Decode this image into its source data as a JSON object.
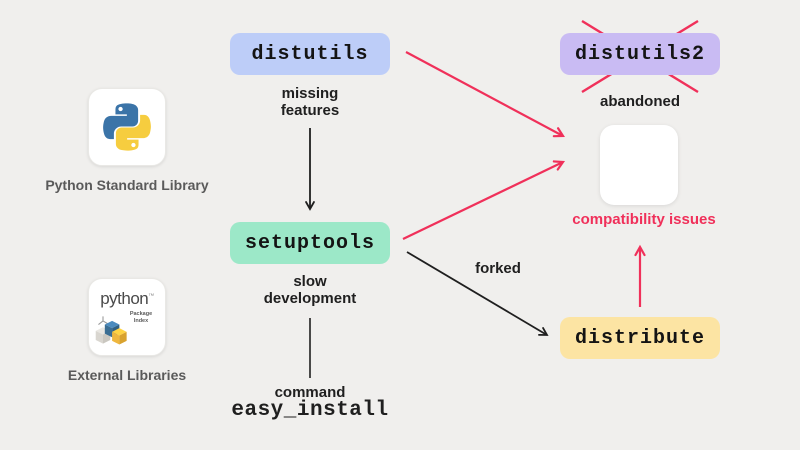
{
  "diagram": {
    "background": "#f0efed",
    "colors": {
      "background": "#f0efed",
      "red": "#f0305a",
      "black": "#1f1f1f",
      "gray_text": "#5a5a5a",
      "distutils_fill": "#bdcdf8",
      "distutils2_fill": "#c9bbf3",
      "setuptools_fill": "#9ce8c8",
      "distribute_fill": "#fce4a3"
    },
    "nodes": {
      "distutils": {
        "label": "distutils"
      },
      "distutils2": {
        "label": "distutils2",
        "status": "crossed-out"
      },
      "setuptools": {
        "label": "setuptools"
      },
      "distribute": {
        "label": "distribute"
      }
    },
    "labels": {
      "missing_features": "missing\nfeatures",
      "abandoned": "abandoned",
      "slow_development": "slow\ndevelopment",
      "forked": "forked",
      "command": "command",
      "easy_install": "easy_install",
      "compatibility_issues": "compatibility issues"
    },
    "legend": {
      "python_card_caption": "Python Standard Library",
      "pypi_card_caption": "External Libraries",
      "pypi_logo_word": "python",
      "pypi_logo_tm": "™",
      "pypi_logo_subtitle": "Package Index"
    }
  }
}
